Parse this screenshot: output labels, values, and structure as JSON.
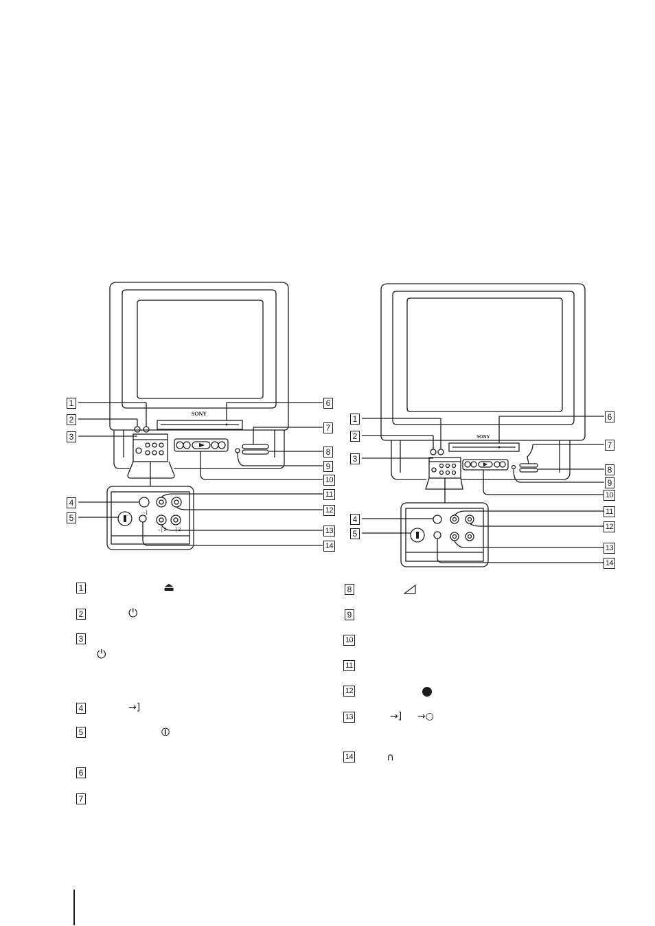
{
  "tv": {
    "brand": "SONY"
  },
  "callouts": {
    "left": [
      "1",
      "2",
      "3",
      "4",
      "5",
      "6",
      "7",
      "8",
      "9",
      "10",
      "11",
      "12",
      "13",
      "14"
    ],
    "right": [
      "1",
      "2",
      "3",
      "4",
      "5",
      "6",
      "7",
      "8",
      "9",
      "10",
      "11",
      "12",
      "13",
      "14"
    ]
  },
  "panel_labels": {
    "input_front": "→]",
    "input_2a": "→] 2",
    "input_2b": "→] 2"
  },
  "legend": {
    "left": [
      {
        "num": "1",
        "icon": "eject-icon"
      },
      {
        "num": "2",
        "icon": "standby-icon"
      },
      {
        "num": "3",
        "icon": "standby-icon"
      },
      {
        "num": "4",
        "icon": "video-input-icon"
      },
      {
        "num": "5",
        "icon": "power-icon"
      },
      {
        "num": "6",
        "icon": ""
      },
      {
        "num": "7",
        "icon": ""
      }
    ],
    "right": [
      {
        "num": "8",
        "icon": "volume-icon"
      },
      {
        "num": "9",
        "icon": ""
      },
      {
        "num": "10",
        "icon": ""
      },
      {
        "num": "11",
        "icon": ""
      },
      {
        "num": "12",
        "icon": "record-icon"
      },
      {
        "num": "13",
        "icon": "video-input-icon"
      },
      {
        "num": "14",
        "icon": "headphones-icon"
      }
    ]
  }
}
